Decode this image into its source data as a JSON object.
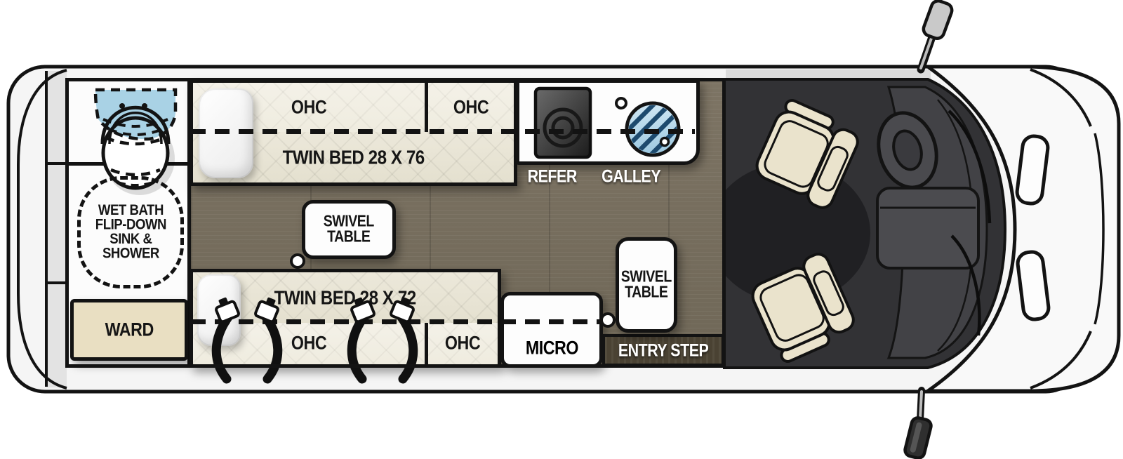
{
  "floorplan": {
    "labels": {
      "wet_bath": "WET BATH\nFLIP-DOWN\nSINK &\nSHOWER",
      "ward": "WARD",
      "ohc": "OHC",
      "twin_bed_top": "TWIN BED 28 X 76",
      "twin_bed_bottom": "TWIN BED 28 X 72",
      "swivel_table": "SWIVEL\nTABLE",
      "refer": "REFER",
      "galley": "GALLEY",
      "micro": "MICRO",
      "entry_step": "ENTRY STEP"
    },
    "icons": [
      "toilet-icon",
      "flip-down-sink-icon",
      "pillow-icon",
      "seatbelt-icon",
      "cooktop-icon",
      "galley-sink-icon",
      "faucet-icon",
      "swivel-pivot-icon",
      "cab-seat-icon",
      "steering-wheel-icon",
      "center-console-icon",
      "side-mirror-icon",
      "hood-vent-icon",
      "wiper-icon"
    ],
    "colors": {
      "outline": "#131313",
      "body_white": "#f5f5f5",
      "wood_floor": "#77705f",
      "mattress": "#e9e5d6",
      "overhead_cabinet": "#f2efe4",
      "ward": "#e9dfc2",
      "flip_sink_blue": "#a9d2e5",
      "galley_sink_blue": "#bfe0f0",
      "entry_step": "#4a4233",
      "cab_floor": "#323235",
      "seat_beige": "#eae3cc"
    }
  }
}
